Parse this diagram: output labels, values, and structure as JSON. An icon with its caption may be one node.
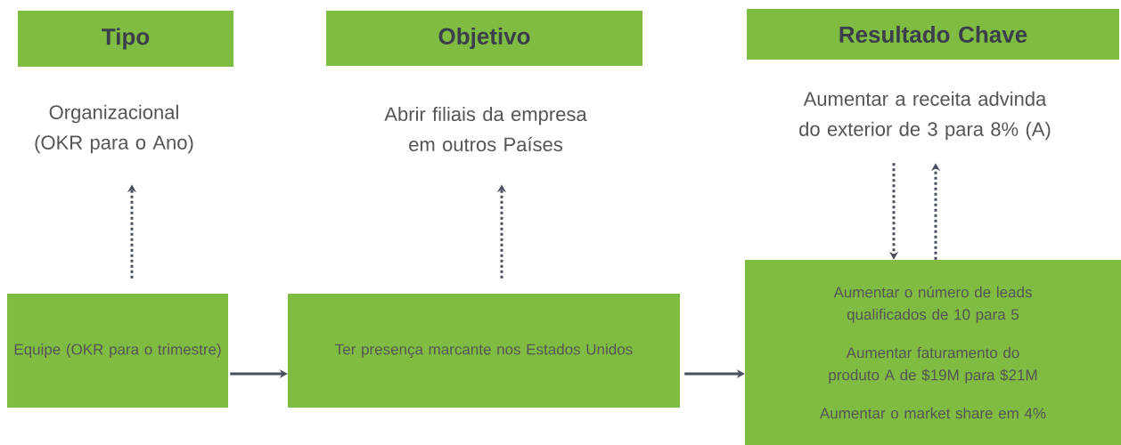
{
  "diagram": {
    "nodes": [
      {
        "text": [
          "Tipo"
        ]
      },
      {
        "text": [
          "Objetivo"
        ]
      },
      {
        "text": [
          "Resultado Chave"
        ]
      },
      {
        "text": [
          "Organizacional (OKR para o Ano)"
        ]
      },
      {
        "text": [
          "Abrir filiais da empresa em outros Países"
        ]
      },
      {
        "text": [
          "Aumentar a receita advinda do exterior de 3 para 8% (A)"
        ]
      },
      {
        "text": [
          "Equipe (OKR para o trimestre)"
        ]
      },
      {
        "text": [
          "Ter presença marcante nos Estados Unidos"
        ]
      },
      {
        "text": [
          "Aumentar o número de leads qualificados de 10 para 5",
          "Aumentar faturamento do produto A de $19M para $21M",
          "Aumentar o market share em 4%"
        ]
      }
    ],
    "edges": [
      {
        "from": 6,
        "to": 3,
        "arrow": "to",
        "style": "dashed"
      },
      {
        "from": 7,
        "to": 4,
        "arrow": "to",
        "style": "dashed"
      },
      {
        "from": 5,
        "to": 8,
        "arrow": "to",
        "style": "dashed"
      },
      {
        "from": 8,
        "to": 5,
        "arrow": "to",
        "style": "dashed"
      },
      {
        "from": 6,
        "to": 7,
        "arrow": "to"
      },
      {
        "from": 7,
        "to": 8,
        "arrow": "to"
      }
    ]
  }
}
